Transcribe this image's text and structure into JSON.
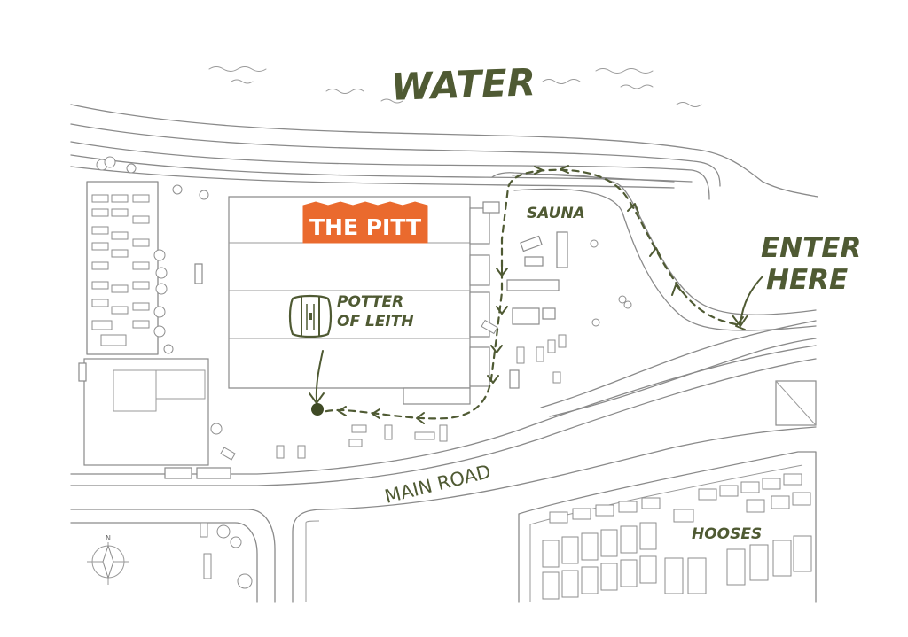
{
  "labels": {
    "water": "WATER",
    "sauna": "SAUNA",
    "enter_here_line1": "ENTER",
    "enter_here_line2": "HERE",
    "potter_line1": "POTTER",
    "potter_line2": "OF LEITH",
    "main_road": "MAIN ROAD",
    "hooses": "HOOSES",
    "compass_n": "N"
  },
  "brand": {
    "name": "THE PITT",
    "color": "#ea6a2e"
  },
  "colors": {
    "label_green": "#4f5a33",
    "line_grey": "#8a8a8a",
    "background": "#ffffff"
  },
  "icons": {
    "barrel": "barrel-icon",
    "compass": "compass-icon",
    "destination": "destination-dot"
  }
}
